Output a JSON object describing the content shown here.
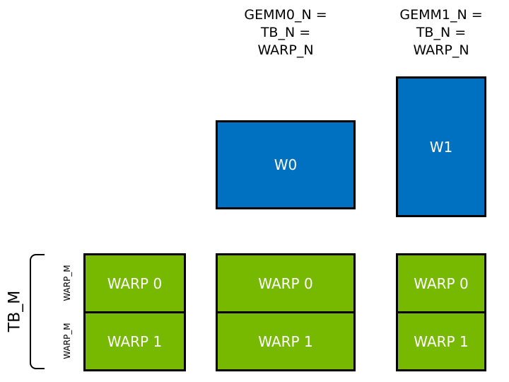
{
  "headers": [
    {
      "lines": [
        "GEMM0_N =",
        "TB_N =",
        "WARP_N"
      ]
    },
    {
      "lines": [
        "GEMM1_N =",
        "TB_N =",
        "WARP_N"
      ]
    }
  ],
  "blue_boxes": [
    {
      "label": "W0"
    },
    {
      "label": "W1"
    }
  ],
  "warp_groups": [
    {
      "cells": [
        "WARP 0",
        "WARP 1"
      ]
    },
    {
      "cells": [
        "WARP 0",
        "WARP 1"
      ]
    },
    {
      "cells": [
        "WARP 0",
        "WARP 1"
      ]
    }
  ],
  "side": {
    "bracket_label": "TB_M",
    "row_labels": [
      "WARP_M",
      "WARP_M"
    ]
  },
  "colors": {
    "blue": "#0070C0",
    "green": "#76B900",
    "border": "#000000",
    "text_light": "#FFFFFF",
    "text_dark": "#000000"
  }
}
